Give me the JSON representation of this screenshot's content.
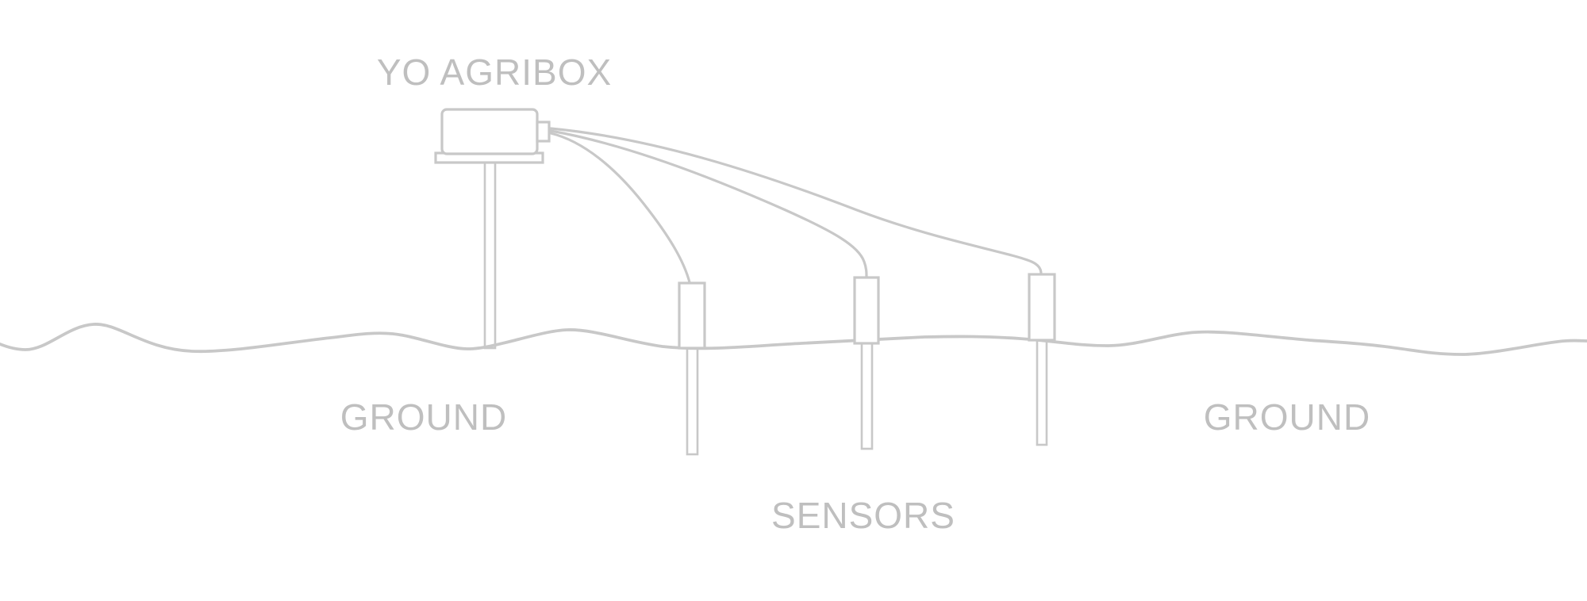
{
  "diagram": {
    "labels": {
      "device": "YO AGRIBOX",
      "ground_left": "GROUND",
      "ground_right": "GROUND",
      "sensors": "SENSORS"
    },
    "sensor_count": 3,
    "colors": {
      "line": "#c8c8c8",
      "label": "#bfbfbf",
      "background": "#ffffff"
    }
  }
}
